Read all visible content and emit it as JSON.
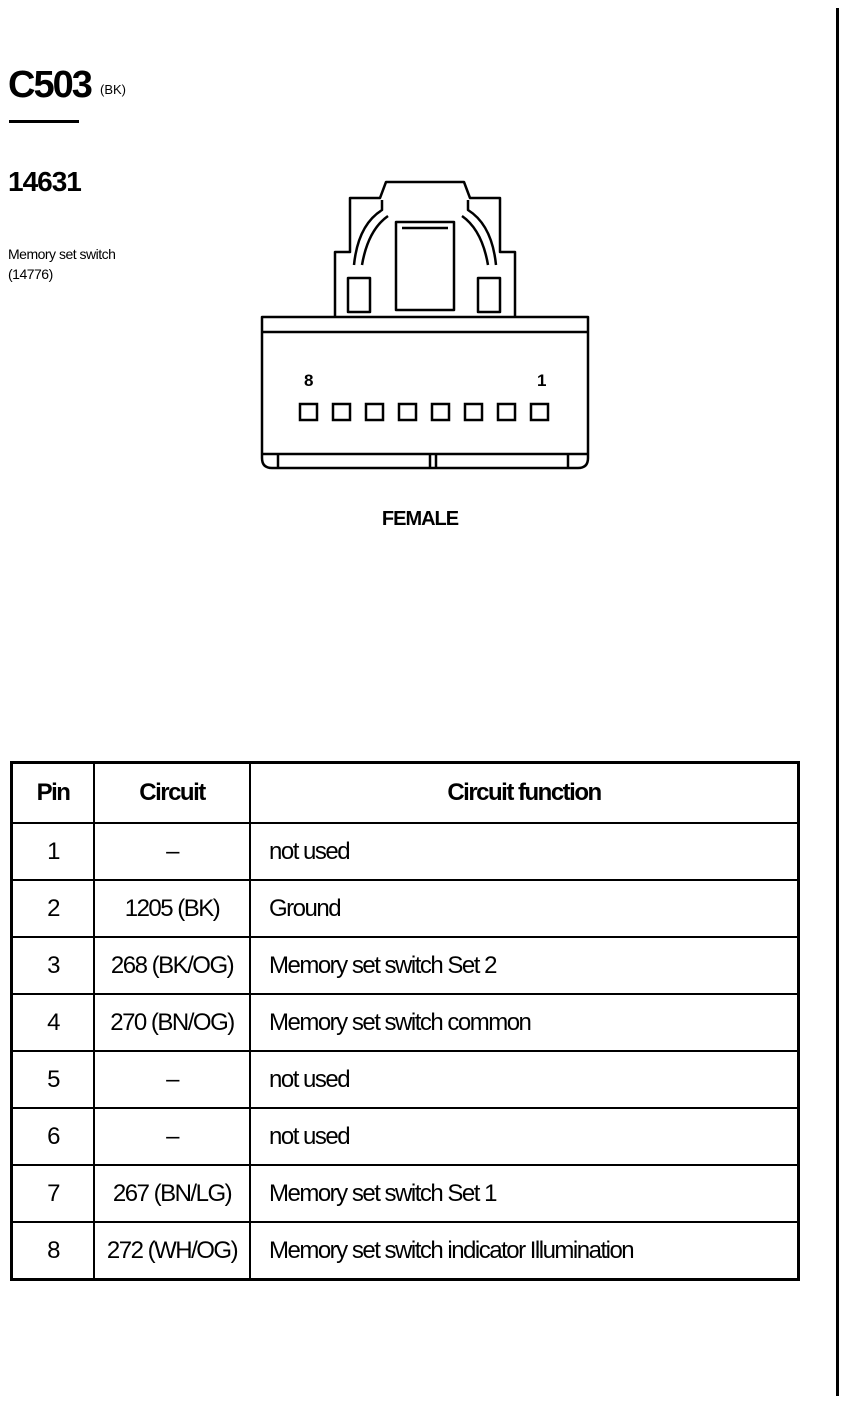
{
  "header": {
    "connector_id": "C503",
    "connector_color": "(BK)",
    "part_number": "14631",
    "component_name": "Memory set switch",
    "component_part": "(14776)"
  },
  "diagram": {
    "pin_left_label": "8",
    "pin_right_label": "1",
    "gender": "FEMALE"
  },
  "table": {
    "headers": {
      "pin": "Pin",
      "circuit": "Circuit",
      "function": "Circuit function"
    },
    "rows": [
      {
        "pin": "1",
        "circuit": "–",
        "function": "not used"
      },
      {
        "pin": "2",
        "circuit": "1205 (BK)",
        "function": "Ground"
      },
      {
        "pin": "3",
        "circuit": "268 (BK/OG)",
        "function": "Memory set switch  Set 2"
      },
      {
        "pin": "4",
        "circuit": "270 (BN/OG)",
        "function": "Memory set switch  common"
      },
      {
        "pin": "5",
        "circuit": "–",
        "function": "not used"
      },
      {
        "pin": "6",
        "circuit": "–",
        "function": "not used"
      },
      {
        "pin": "7",
        "circuit": "267 (BN/LG)",
        "function": "Memory set switch  Set 1"
      },
      {
        "pin": "8",
        "circuit": "272 (WH/OG)",
        "function": "Memory set switch  indicator Illumination"
      }
    ]
  }
}
